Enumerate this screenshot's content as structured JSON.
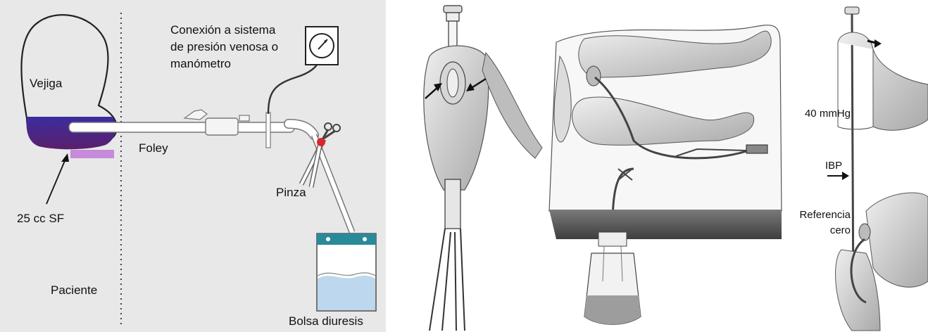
{
  "left_panel": {
    "labels": {
      "connection": [
        "Conexión a sistema",
        "de presión venosa o",
        "manómetro"
      ],
      "bladder": "Vejiga",
      "foley": "Foley",
      "clamp": "Pinza",
      "saline": "25 cc SF",
      "patient": "Paciente",
      "bag": "Bolsa diuresis"
    },
    "colors": {
      "background": "#e8e8e8",
      "bladder_fill_top": "#3a2a9c",
      "bladder_fill_bottom": "#5b1f6e",
      "pad": "#c58ad8",
      "bag_cap": "#2a8a99",
      "bag_fluid": "#bcd7ee",
      "clamp_dot": "#d8262e"
    }
  },
  "right_panel": {
    "labels": {
      "pressure": "40 mmHg",
      "ibp": "IBP",
      "reference": [
        "Referencia",
        "cero"
      ]
    }
  }
}
